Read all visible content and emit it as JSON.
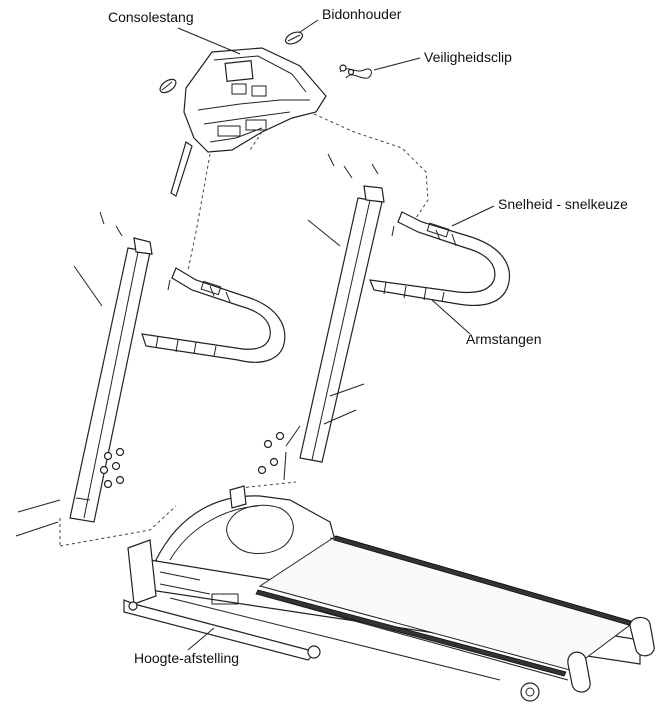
{
  "labels": {
    "console_bar": "Consolestang",
    "bottle_holder": "Bidonhouder",
    "safety_clip": "Veiligheidsclip",
    "speed_quick": "Snelheid - snelkeuze",
    "arm_bars": "Armstangen",
    "height_adjust": "Hoogte-afstelling"
  }
}
